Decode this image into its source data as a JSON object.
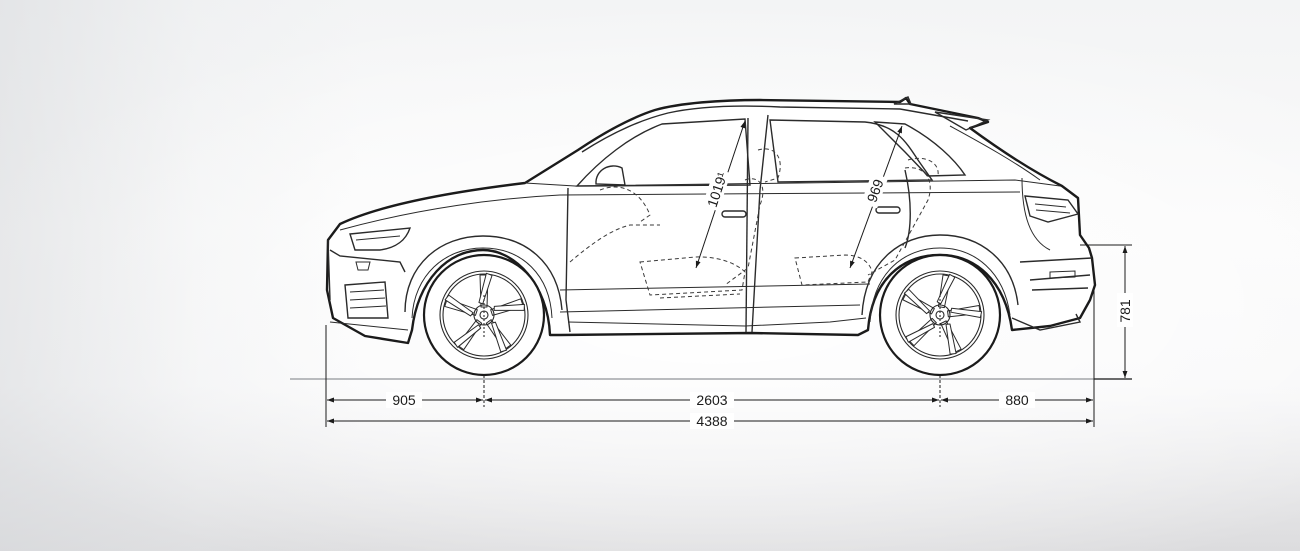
{
  "diagram": {
    "dimensions": {
      "front_overhang": "905",
      "wheelbase": "2603",
      "rear_overhang": "880",
      "overall_length": "4388",
      "front_headroom": "1019¹",
      "rear_headroom": "969",
      "rear_height": "781"
    }
  }
}
